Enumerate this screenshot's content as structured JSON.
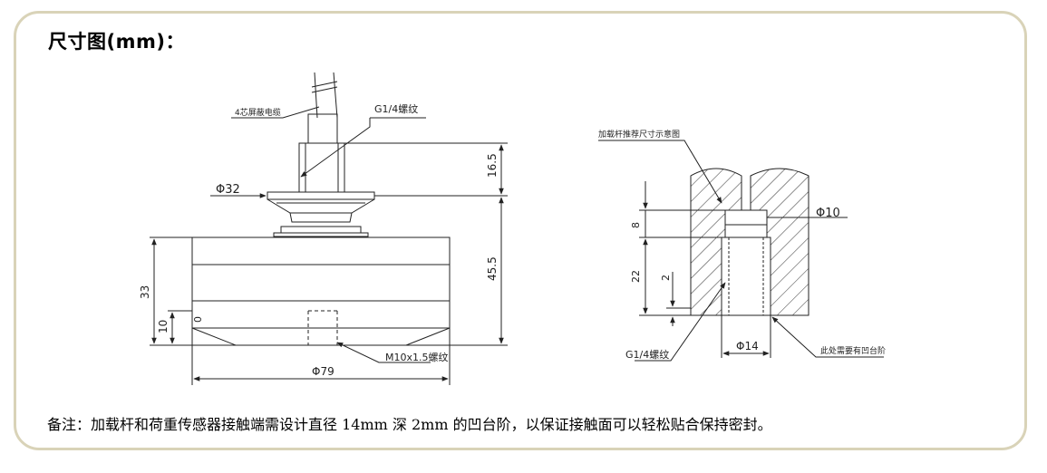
{
  "title": "尺寸图(mm)：",
  "note": "备注：加载杆和荷重传感器接触端需设计直径 14mm 深 2mm 的凹台阶，以保证接触面可以轻松贴合保持密封。",
  "left_drawing": {
    "cable_label": "4芯屏蔽电缆",
    "thread_label": "G1/4螺纹",
    "phi32": "Φ32",
    "dim_16_5": "16.5",
    "dim_45_5": "45.5",
    "dim_33": "33",
    "dim_10": "10",
    "dim_0": "0",
    "phi79": "Φ79",
    "m10_label": "M10x1.5螺纹"
  },
  "right_drawing": {
    "rod_label": "加载杆推荐尺寸示意图",
    "phi10": "Φ10",
    "dim_8": "8",
    "dim_22": "22",
    "dim_2": "2",
    "phi14": "Φ14",
    "thread_label": "G1/4螺纹",
    "step_label": "此处需要有凹台阶"
  }
}
